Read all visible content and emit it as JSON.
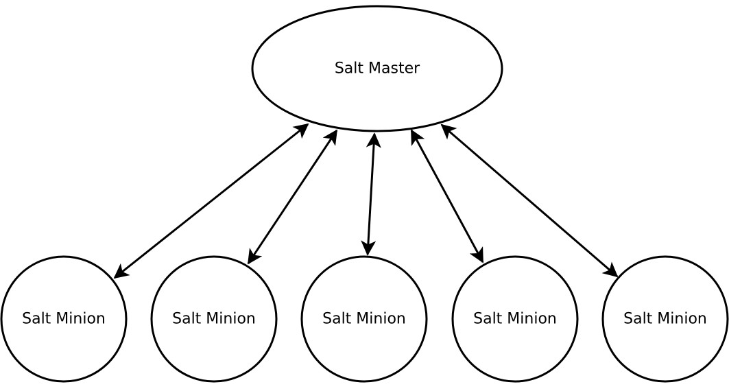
{
  "master": {
    "label": "Salt Master"
  },
  "minions": [
    {
      "label": "Salt Minion"
    },
    {
      "label": "Salt Minion"
    },
    {
      "label": "Salt Minion"
    },
    {
      "label": "Salt Minion"
    },
    {
      "label": "Salt Minion"
    }
  ],
  "connections": [
    {
      "from": "master",
      "to": "minion-1",
      "direction": "bidirectional"
    },
    {
      "from": "master",
      "to": "minion-2",
      "direction": "bidirectional"
    },
    {
      "from": "master",
      "to": "minion-3",
      "direction": "bidirectional"
    },
    {
      "from": "master",
      "to": "minion-4",
      "direction": "bidirectional"
    },
    {
      "from": "master",
      "to": "minion-5",
      "direction": "bidirectional"
    }
  ],
  "colors": {
    "stroke": "#000000",
    "fill": "#ffffff",
    "background": "#ffffff"
  }
}
